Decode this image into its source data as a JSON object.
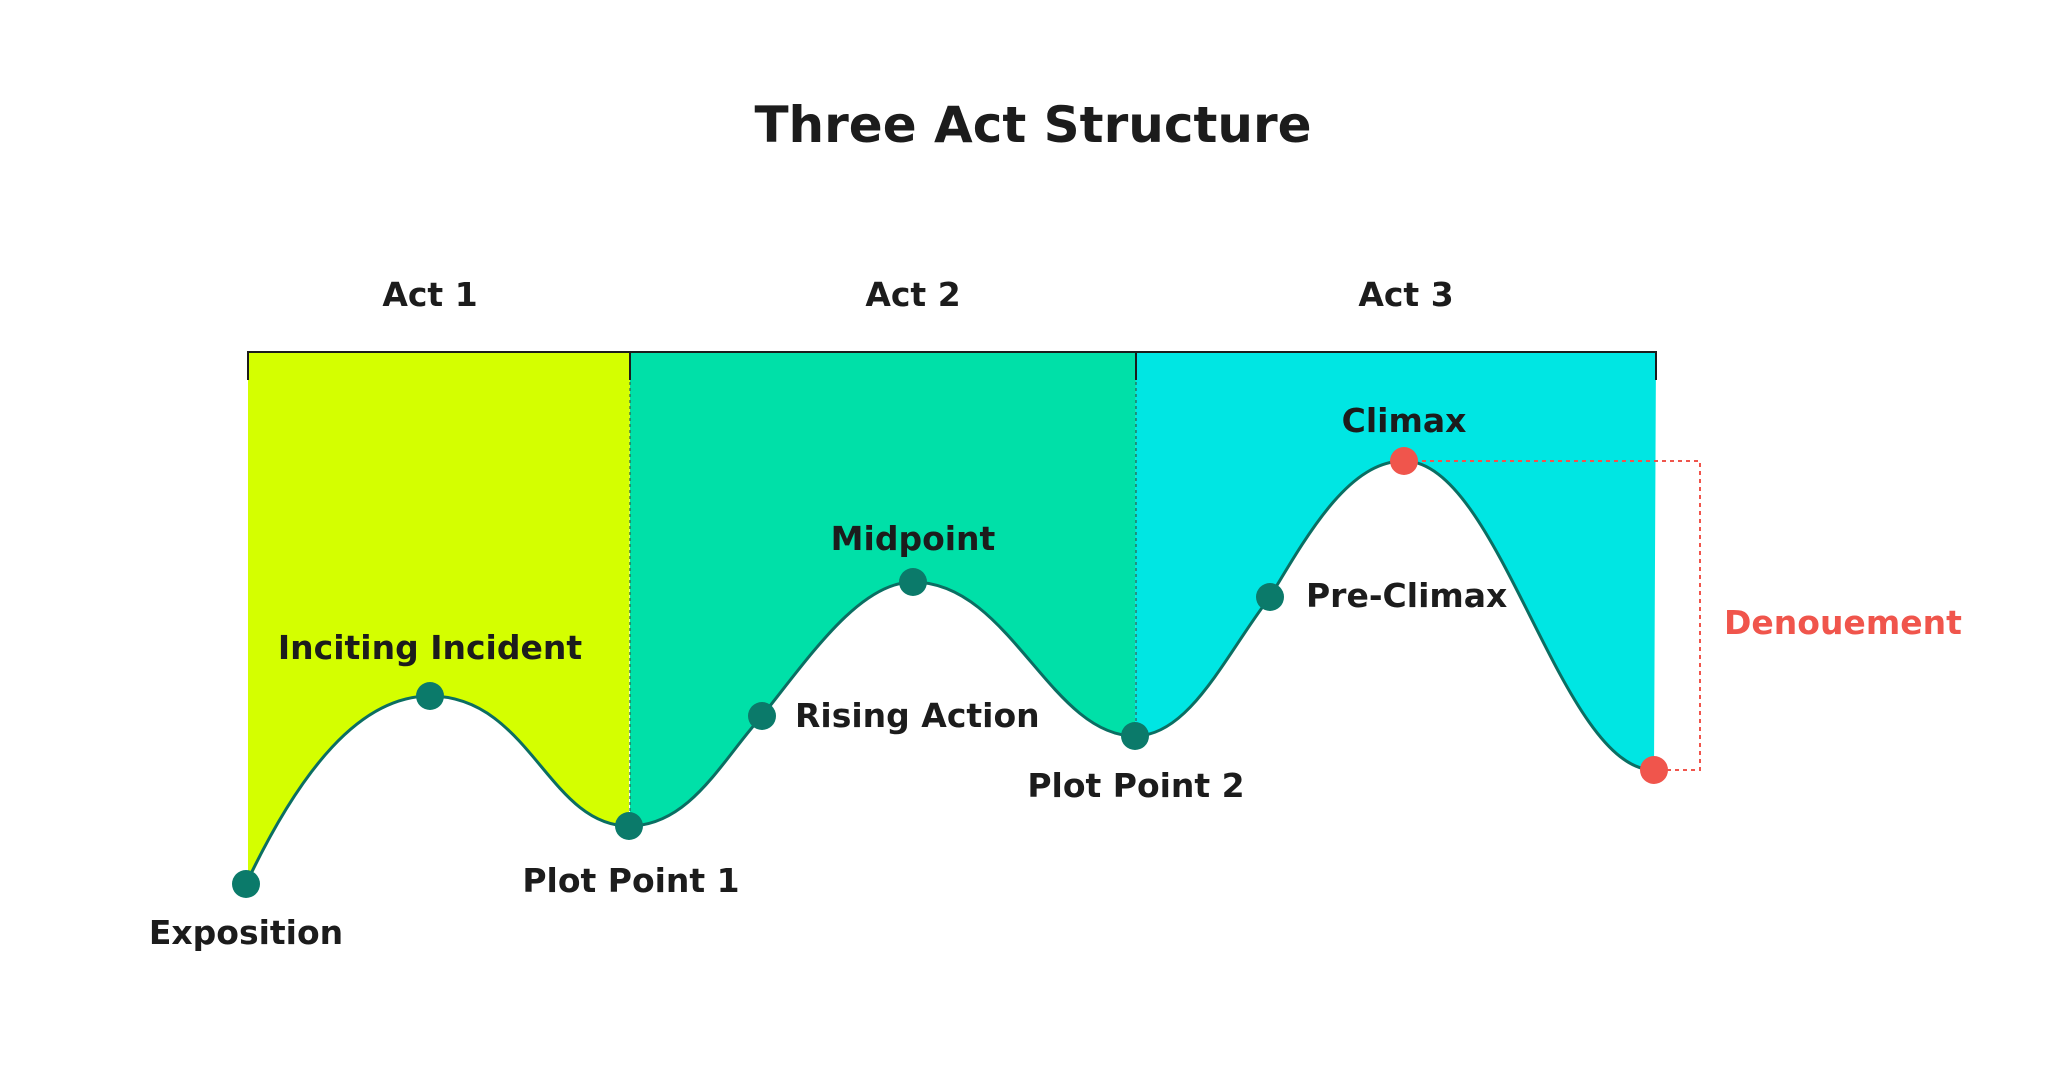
{
  "title": "Three Act Structure",
  "acts": [
    {
      "label": "Act 1",
      "color": "#d4ff00"
    },
    {
      "label": "Act 2",
      "color": "#00e0a8"
    },
    {
      "label": "Act 3",
      "color": "#00e6e3"
    }
  ],
  "plot_points": [
    {
      "label": "Exposition"
    },
    {
      "label": "Inciting Incident"
    },
    {
      "label": "Plot Point 1"
    },
    {
      "label": "Rising Action"
    },
    {
      "label": "Midpoint"
    },
    {
      "label": "Plot Point 2"
    },
    {
      "label": "Pre-Climax"
    },
    {
      "label": "Climax"
    }
  ],
  "denouement": {
    "label": "Denouement"
  },
  "colors": {
    "curve": "#0b6e62",
    "point": "#0b7a6a",
    "highlight": "#f0554c",
    "text": "#1c1c1c"
  }
}
